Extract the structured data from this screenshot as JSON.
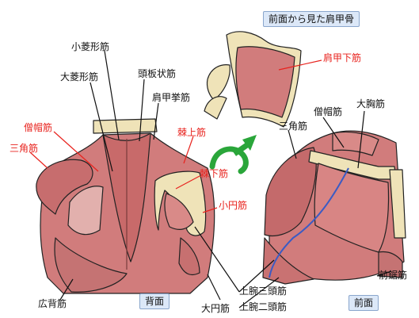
{
  "colors": {
    "muscle": "#d17c7c",
    "muscle_dark": "#b85d5e",
    "muscle_light": "#e7a9a5",
    "bone": "#efe3b8",
    "outline": "#222222",
    "label_red": "#e8231e",
    "label_black": "#111111",
    "arrow_green": "#2aa63a",
    "vein_blue": "#3b5bc4",
    "box_fill": "#dce8f8"
  },
  "boxes": {
    "front_scapula": "前面から見た肩甲骨",
    "back_view": "背面",
    "front_view": "前面"
  },
  "labels": {
    "subscapularis": "肩甲下筋",
    "rhomboid_minor": "小菱形筋",
    "rhomboid_major": "大菱形筋",
    "splenius": "頭板状筋",
    "levator_scapulae": "肩甲挙筋",
    "trapezius_back": "僧帽筋",
    "deltoid_back": "三角筋",
    "supraspinatus": "棘上筋",
    "infraspinatus": "棘下筋",
    "teres_minor": "小円筋",
    "latissimus": "広背筋",
    "teres_major": "大円筋",
    "triceps": "上腕三頭筋",
    "biceps": "上腕二頭筋",
    "trapezius_front": "僧帽筋",
    "pectoralis_major": "大胸筋",
    "deltoid_front": "三角筋",
    "serratus": "前鋸筋"
  }
}
